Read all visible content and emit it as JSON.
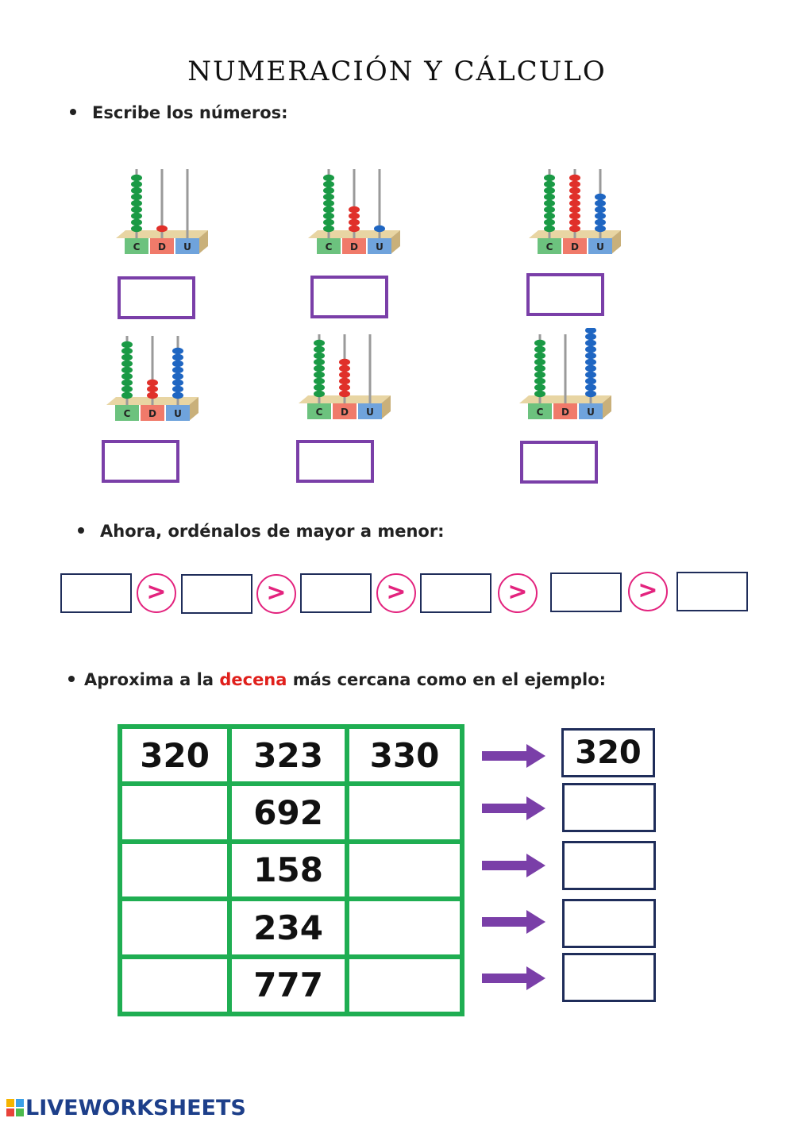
{
  "title": "NUMERACIÓN Y CÁLCULO",
  "section1": {
    "label": "Escribe los números:"
  },
  "abaci": [
    {
      "labels": [
        "C",
        "D",
        "U"
      ],
      "c": 9,
      "d": 1,
      "u": 0
    },
    {
      "labels": [
        "C",
        "D",
        "U"
      ],
      "c": 9,
      "d": 4,
      "u": 1
    },
    {
      "labels": [
        "C",
        "D",
        "U"
      ],
      "c": 9,
      "d": 9,
      "u": 6
    },
    {
      "labels": [
        "C",
        "D",
        "U"
      ],
      "c": 9,
      "d": 3,
      "u": 8
    },
    {
      "labels": [
        "C",
        "D",
        "U"
      ],
      "c": 9,
      "d": 6,
      "u": 0
    },
    {
      "labels": [
        "C",
        "D",
        "U"
      ],
      "c": 9,
      "d": 0,
      "u": 11
    }
  ],
  "section2": {
    "label": "Ahora, ordénalos de mayor a menor:",
    "symbol": ">"
  },
  "section3": {
    "label_pre": "Aproxima a la ",
    "label_red": "decena",
    "label_post": " más cercana como en el ejemplo:"
  },
  "rounding_rows": [
    {
      "lower": "320",
      "number": "323",
      "upper": "330",
      "result": "320"
    },
    {
      "lower": "",
      "number": "692",
      "upper": "",
      "result": ""
    },
    {
      "lower": "",
      "number": "158",
      "upper": "",
      "result": ""
    },
    {
      "lower": "",
      "number": "234",
      "upper": "",
      "result": ""
    },
    {
      "lower": "",
      "number": "777",
      "upper": "",
      "result": ""
    }
  ],
  "colors": {
    "green": "#1fae52",
    "purple": "#7a3fa8",
    "pink": "#e3237e",
    "navy": "#1f2d5a",
    "red": "#e0201c"
  },
  "footer": {
    "logo": "LIVEWORKSHEETS"
  }
}
